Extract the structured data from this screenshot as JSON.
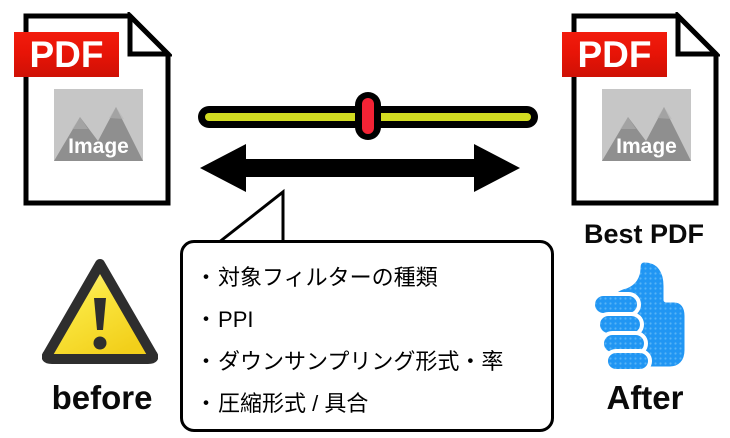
{
  "diagram": {
    "title_implied": "PDF image optimization before/after",
    "colors": {
      "pdf_badge_red": "#e81407",
      "slider_track_black": "#000000",
      "slider_fill_yellow_green": "#d2dc21",
      "slider_handle_red": "#f42335",
      "warning_yellow": "#f7e03c",
      "warning_border": "#2e2e2e",
      "thumb_blue": "#2196f3",
      "image_placeholder_bg": "#c6c6c6",
      "image_placeholder_mountain": "#8f8f8f",
      "text_black": "#0a0a0a"
    }
  },
  "left_document": {
    "name": "pdf-document-before",
    "badge_label": "PDF",
    "image_placeholder_label": "Image"
  },
  "right_document": {
    "name": "pdf-document-after",
    "badge_label": "PDF",
    "image_placeholder_label": "Image",
    "caption": "Best PDF"
  },
  "slider": {
    "name": "quality-slider",
    "handle_position_percent": 50,
    "fill_color": "#d2dc21",
    "handle_color": "#f42335"
  },
  "arrow": {
    "name": "double-headed-arrow",
    "direction": "horizontal-both"
  },
  "callout": {
    "items": [
      {
        "bullet": "・",
        "text": "対象フィルターの種類"
      },
      {
        "bullet": "・",
        "text": "PPI"
      },
      {
        "bullet": "・",
        "text": "ダウンサンプリング形式・率"
      },
      {
        "bullet": "・",
        "text": "圧縮形式 / 具合"
      }
    ]
  },
  "before_block": {
    "icon": "warning-triangle-icon",
    "label": "before"
  },
  "after_block": {
    "icon": "thumbs-up-icon",
    "label": "After"
  }
}
